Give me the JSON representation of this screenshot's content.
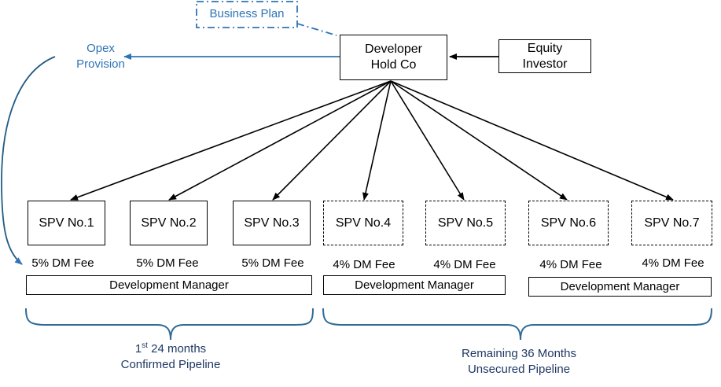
{
  "business_plan": "Business Plan",
  "developer": [
    "Developer",
    "Hold Co"
  ],
  "equity": [
    "Equity",
    "Investor"
  ],
  "opex": [
    "Opex",
    "Provision"
  ],
  "spvs": [
    {
      "label": "SPV No.1",
      "fee": "5% DM Fee",
      "secured": true
    },
    {
      "label": "SPV No.2",
      "fee": "5% DM Fee",
      "secured": true
    },
    {
      "label": "SPV No.3",
      "fee": "5% DM Fee",
      "secured": true
    },
    {
      "label": "SPV No.4",
      "fee": "4% DM Fee",
      "secured": false
    },
    {
      "label": "SPV No.5",
      "fee": "4% DM Fee",
      "secured": false
    },
    {
      "label": "SPV No.6",
      "fee": "4% DM Fee",
      "secured": false
    },
    {
      "label": "SPV No.7",
      "fee": "4% DM Fee",
      "secured": false
    }
  ],
  "dm_label": "Development Manager",
  "group1": {
    "sup": "st",
    "line1_rest": " 24 months",
    "line1_prefix": "1",
    "line2": "Confirmed Pipeline"
  },
  "group2": {
    "line1": "Remaining 36 Months",
    "line2": "Unsecured Pipeline"
  }
}
